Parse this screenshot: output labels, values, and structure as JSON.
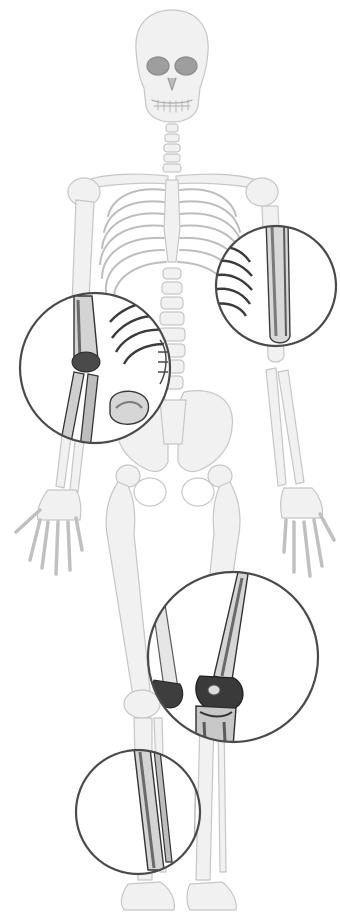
{
  "figure": {
    "subject": "skeleton-front-view",
    "highlights": [
      {
        "id": "humerus-right",
        "region": "upper-arm"
      },
      {
        "id": "elbow-left",
        "region": "elbow-and-forearm"
      },
      {
        "id": "femur-knee",
        "region": "thigh-and-knee"
      },
      {
        "id": "tibia-fibula",
        "region": "lower-leg"
      }
    ]
  },
  "colors": {
    "background": "#ffffff",
    "ghost_fill": "#f1f1f1",
    "ghost_stroke": "#c8c8c8",
    "bone_fill": "#dcdcdc",
    "bone_shade": "#5a5a5a",
    "bone_dark": "#2f2f2f",
    "circle": "#4a4a4a"
  }
}
